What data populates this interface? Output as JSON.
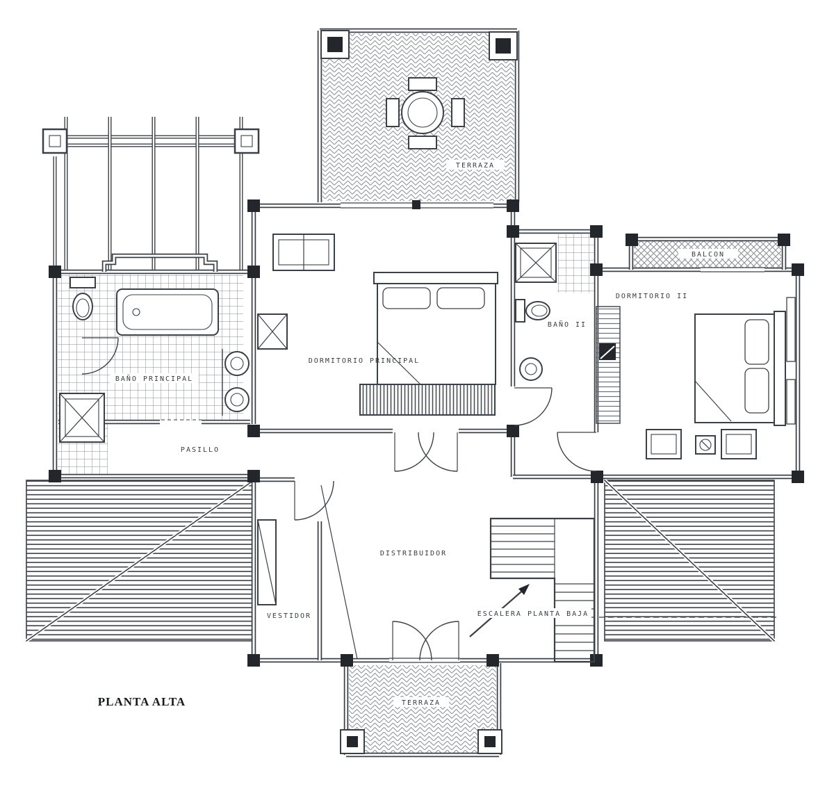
{
  "plan": {
    "title": "PLANTA ALTA",
    "rooms": {
      "terraza_top": "TERRAZA",
      "balcon": "BALCON",
      "dormitorio_ii": "DORMITORIO II",
      "bano_ii": "BAÑO II",
      "dormitorio_principal": "DORMITORIO PRINCIPAL",
      "bano_principal": "BAÑO PRINCIPAL",
      "pasillo": "PASILLO",
      "distribuidor": "DISTRIBUIDOR",
      "vestidor": "VESTIDOR",
      "escalera": "ESCALERA PLANTA BAJA",
      "terraza_bottom": "TERRAZA"
    },
    "colors": {
      "line": "#3b4046",
      "roof_hatch": "#45494e",
      "tile": "#878d93",
      "paper": "#ffffff"
    }
  }
}
